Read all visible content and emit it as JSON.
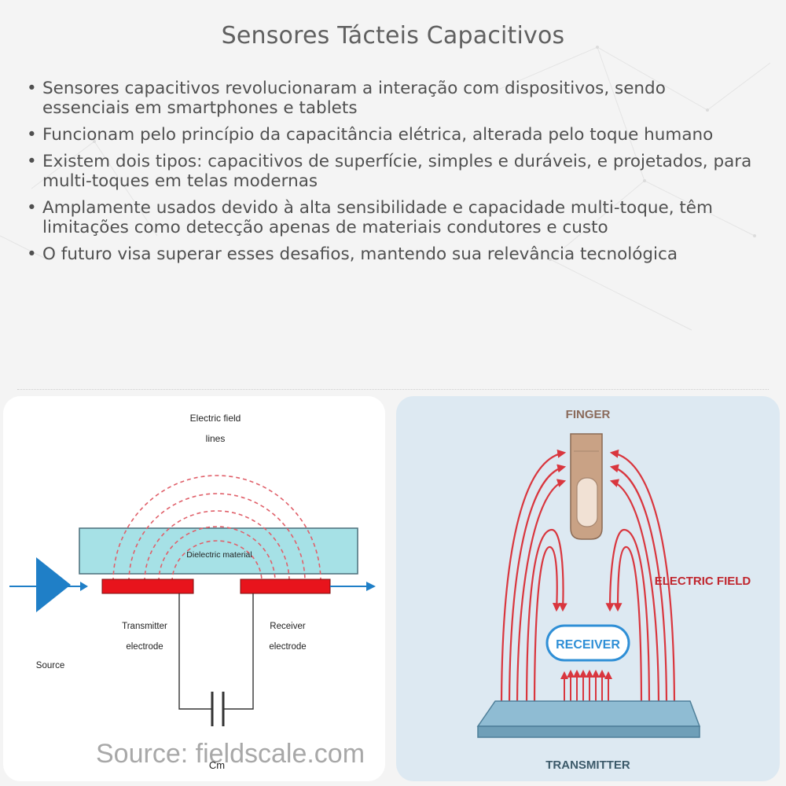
{
  "title": "Sensores Tácteis Capacitivos",
  "bullets": [
    "Sensores capacitivos revolucionaram a interação com dispositivos, sendo essenciais em smartphones e tablets",
    "Funcionam pelo princípio da capacitância elétrica, alterada pelo toque humano",
    "Existem dois tipos: capacitivos de superfície, simples e duráveis, e projetados, para multi-toques em telas modernas",
    "Amplamente usados devido à alta sensibilidade e capacidade multi-toque, têm limitações como detecção apenas de materiais condutores e custo",
    "O futuro visa superar esses desafios, mantendo sua relevância tecnológica"
  ],
  "left_diagram": {
    "field_label_1": "Electric field",
    "field_label_2": "lines",
    "dielectric": "Dielectric material",
    "transmitter_1": "Transmitter",
    "transmitter_2": "electrode",
    "receiver_1": "Receiver",
    "receiver_2": "electrode",
    "source": "Source",
    "cm": "Cm",
    "watermark": "Source: fieldscale.com"
  },
  "right_diagram": {
    "finger": "FINGER",
    "electric_field": "ELECTRIC FIELD",
    "receiver": "RECEIVER",
    "transmitter": "TRANSMITTER"
  },
  "colors": {
    "field_red": "#d9363e",
    "dielectric": "#a6e1e6",
    "electrode": "#e8141c",
    "arrow_blue": "#1f7fc7",
    "finger": "#c9a285"
  }
}
